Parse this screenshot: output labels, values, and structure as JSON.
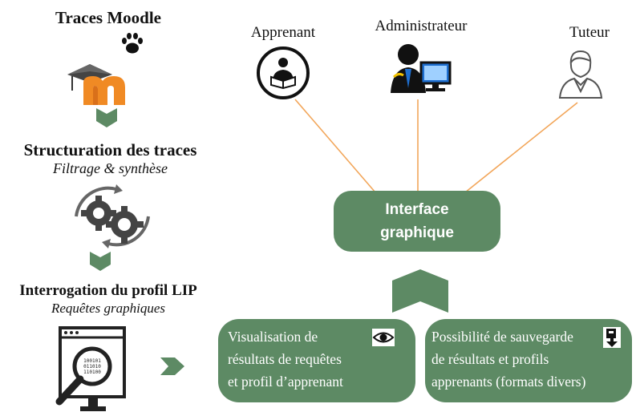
{
  "pipeline": {
    "step1_title": "Traces Moodle",
    "step2_title": "Structuration des traces",
    "step2_subtitle": "Filtrage & synthèse",
    "step3_title": "Interrogation du profil LIP",
    "step3_subtitle": "Requêtes graphiques"
  },
  "roles": {
    "learner": "Apprenant",
    "admin": "Administrateur",
    "tutor": "Tuteur"
  },
  "interface": {
    "line1": "Interface",
    "line2": "graphique"
  },
  "boxes": {
    "visualisation": [
      "Visualisation de",
      "résultats de requêtes",
      "et profil d’apprenant"
    ],
    "sauvegarde": [
      "Possibilité de sauvegarde",
      "de résultats et profils",
      "apprenants (formats divers)"
    ]
  },
  "colors": {
    "green": "#5d8a64",
    "orange": "#f08a24",
    "connector": "#f2a65a"
  },
  "icons": [
    "paw-icon",
    "moodle-logo-icon",
    "gears-icon",
    "search-data-icon",
    "learner-reading-icon",
    "administrator-computer-icon",
    "tutor-user-icon",
    "eye-icon",
    "download-icon"
  ]
}
